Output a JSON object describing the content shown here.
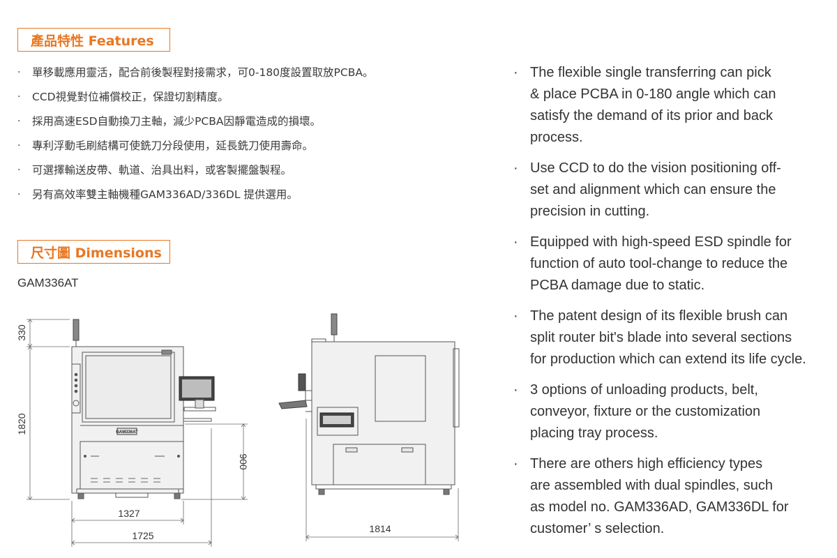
{
  "features_heading": "產品特性 Features",
  "dimensions_heading": "尺寸圖 Dimensions",
  "model_label": "GAM336AT",
  "bullet": "·",
  "zh_features": [
    "單移載應用靈活，配合前後製程對接需求，可0-180度設置取放PCBA。",
    "CCD視覺對位補償校正，保證切割精度。",
    "採用高速ESD自動換刀主軸，減少PCBA因靜電造成的損壞。",
    "專利浮動毛刷結構可使銑刀分段使用，延長銑刀使用壽命。",
    "可選擇輸送皮帶、軌道、治具出料，或客製擺盤製程。",
    "另有高效率雙主軸機種GAM336AD/336DL 提供選用。"
  ],
  "en_features": [
    [
      "The flexible single transferring can pick",
      "& place PCBA in 0-180 angle which can",
      "satisfy the demand of its prior and back",
      "process."
    ],
    [
      "Use CCD to do the vision positioning off-",
      "set and alignment which can ensure the",
      "precision in cutting."
    ],
    [
      "Equipped with high-speed ESD spindle for",
      "function of auto tool-change to reduce the",
      "PCBA damage due to static."
    ],
    [
      "The patent design of its flexible brush can",
      "split router bit's blade into several sections",
      "for production which can extend its life cycle."
    ],
    [
      "3 options of unloading products, belt,",
      "conveyor, fixture or the customization",
      "placing tray process."
    ],
    [
      "There are others high efficiency types",
      "are assembled with dual spindles, such",
      "as model no. GAM336AD, GAM336DL for",
      "customer’ s selection."
    ]
  ],
  "dimensions": {
    "height_top": "330",
    "height_total": "1820",
    "height_table": "900",
    "width_body": "1327",
    "width_total": "1725",
    "depth_total": "1814"
  },
  "machine_plate": "GAM336AT"
}
